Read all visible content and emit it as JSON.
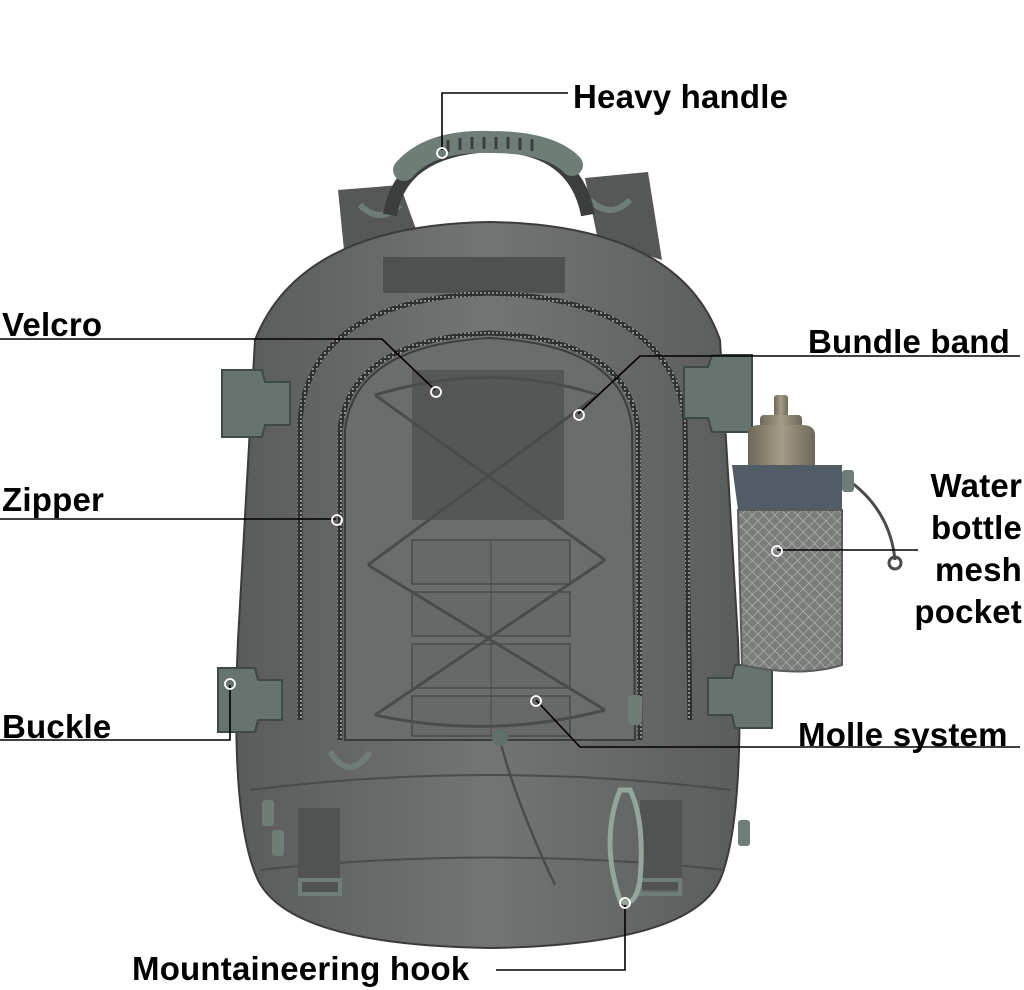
{
  "image": {
    "subject": "Tactical backpack (grey) with annotated features",
    "colors": {
      "background": "#ffffff",
      "bag_body": "#6b6d6c",
      "bag_dark": "#4e504f",
      "velcro": "#555555",
      "hardware_green_grey": "#6f7d77",
      "bottle_cap": "#8a8370",
      "label_text": "#000000",
      "callout_line": "#000000",
      "callout_dot": "#ffffff"
    }
  },
  "callouts": [
    {
      "id": "heavy-handle",
      "text": "Heavy handle"
    },
    {
      "id": "velcro",
      "text": "Velcro"
    },
    {
      "id": "bundle-band",
      "text": "Bundle band"
    },
    {
      "id": "zipper",
      "text": "Zipper"
    },
    {
      "id": "water-bottle-mesh-pocket",
      "lines": [
        "Water",
        "bottle",
        "mesh",
        "pocket"
      ]
    },
    {
      "id": "buckle",
      "text": "Buckle"
    },
    {
      "id": "molle-system",
      "text": "Molle system"
    },
    {
      "id": "mountaineering-hook",
      "text": "Mountaineering hook"
    }
  ]
}
